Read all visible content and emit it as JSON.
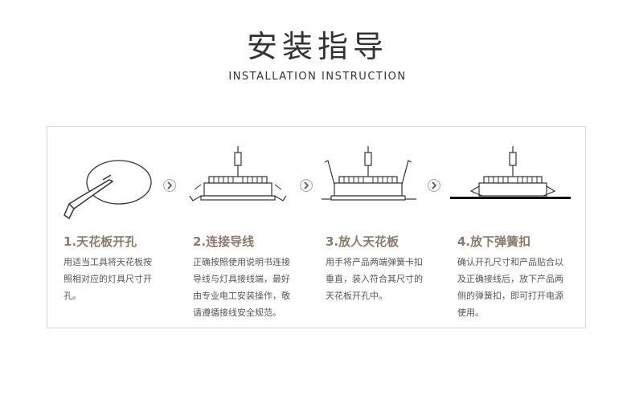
{
  "header": {
    "title": "安装指导",
    "subtitle": "INSTALLATION INSTRUCTION"
  },
  "colors": {
    "accent": "#8a7a6a",
    "text": "#555555",
    "border": "#d6d6d6"
  },
  "steps": [
    {
      "title": "1.天花板开孔",
      "lines": [
        "用适当工具将天花板按",
        "照相对应的灯具尺寸开",
        "孔。"
      ]
    },
    {
      "title": "2.连接导线",
      "lines": [
        "正确按照使用说明书连接",
        "导线与灯具接线端，最好",
        "由专业电工安装操作，敬",
        "请遵循接线安全规范。"
      ]
    },
    {
      "title": "3.放人天花板",
      "lines": [
        "用手将产品两端弹簧卡扣",
        "垂直，装入符合其尺寸的",
        "天花板开孔中。"
      ]
    },
    {
      "title": "4.放下弹簧扣",
      "lines": [
        "确认开孔尺寸和产品贴合以",
        "及正确接线后，放下产品两",
        "侧的弹簧扣，即可打开电源",
        "使用。"
      ]
    }
  ],
  "icons": [
    "cutter-icon",
    "arrow-right-icon",
    "downlight-wired-icon",
    "downlight-springs-up-icon",
    "downlight-installed-icon"
  ]
}
